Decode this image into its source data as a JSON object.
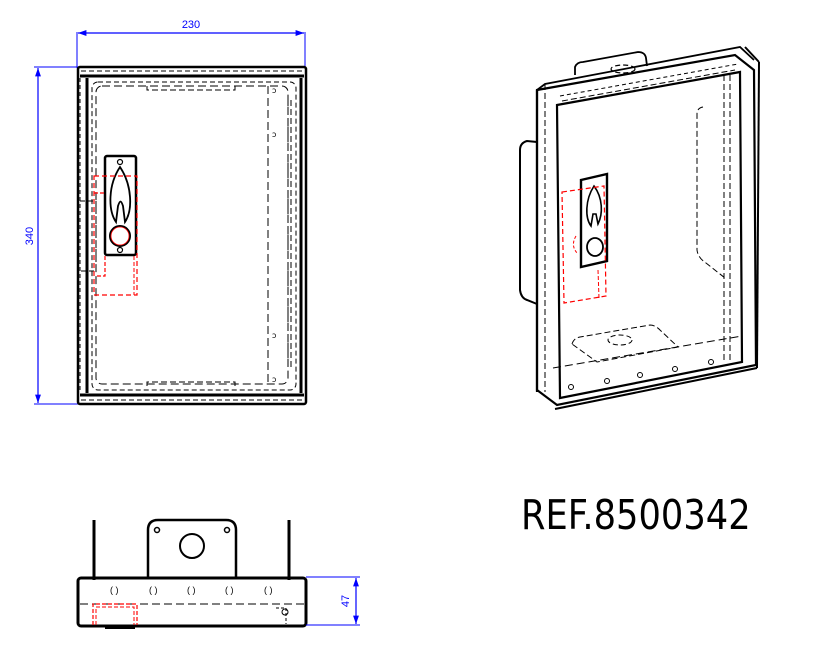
{
  "drawing": {
    "reference": "REF.8500342",
    "dimensions": {
      "width": "230",
      "height": "340",
      "depth": "47"
    },
    "views": [
      "front-view",
      "isometric-view",
      "bottom-view"
    ],
    "colors": {
      "outline": "#000000",
      "dimension": "#0000ff",
      "hidden-red": "#ff0000",
      "background": "#ffffff"
    }
  }
}
